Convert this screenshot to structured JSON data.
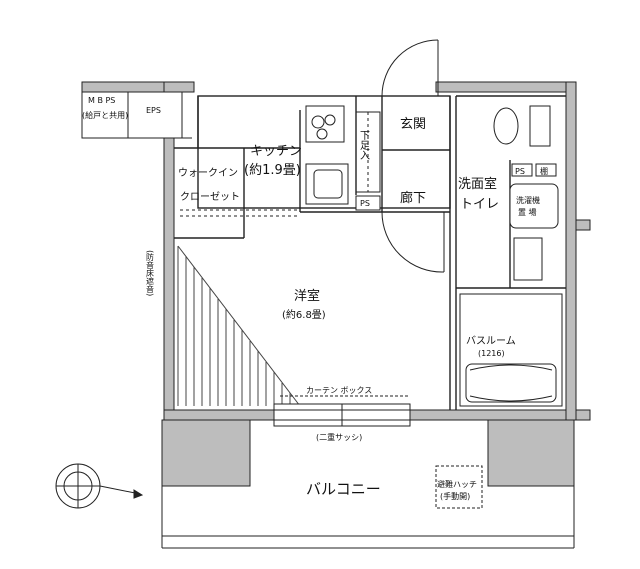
{
  "rooms": {
    "western": {
      "name": "洋室",
      "area": "(約6.8畳)"
    },
    "kitchen": {
      "name": "キッチン",
      "area": "(約1.9畳)"
    },
    "closet": {
      "line1": "ウォークイン",
      "line2": "クローゼット"
    },
    "entrance": {
      "name": "玄関"
    },
    "hallway": {
      "name": "廊下"
    },
    "washroom": {
      "line1": "洗面室",
      "line2": "トイレ"
    },
    "bathroom": {
      "name": "バスルーム",
      "size": "(1216)"
    },
    "balcony": {
      "name": "バルコニー"
    }
  },
  "fixtures": {
    "mbps": {
      "line1": "M B PS",
      "line2": "(給戸と共用)"
    },
    "eps": "EPS",
    "shoe_box": "下足入",
    "ps": "PS",
    "ps_washroom": "PS",
    "shelf": "棚",
    "washer": {
      "line1": "洗濯機",
      "line2": "置 場"
    },
    "curtain_box": "カーテン ボックス",
    "double_sash": "(二重サッシ)",
    "evacuation_hatch": {
      "line1": "避難ハッチ",
      "line2": "(手動開)"
    },
    "soundproof_note": "(防音床遮音)"
  }
}
